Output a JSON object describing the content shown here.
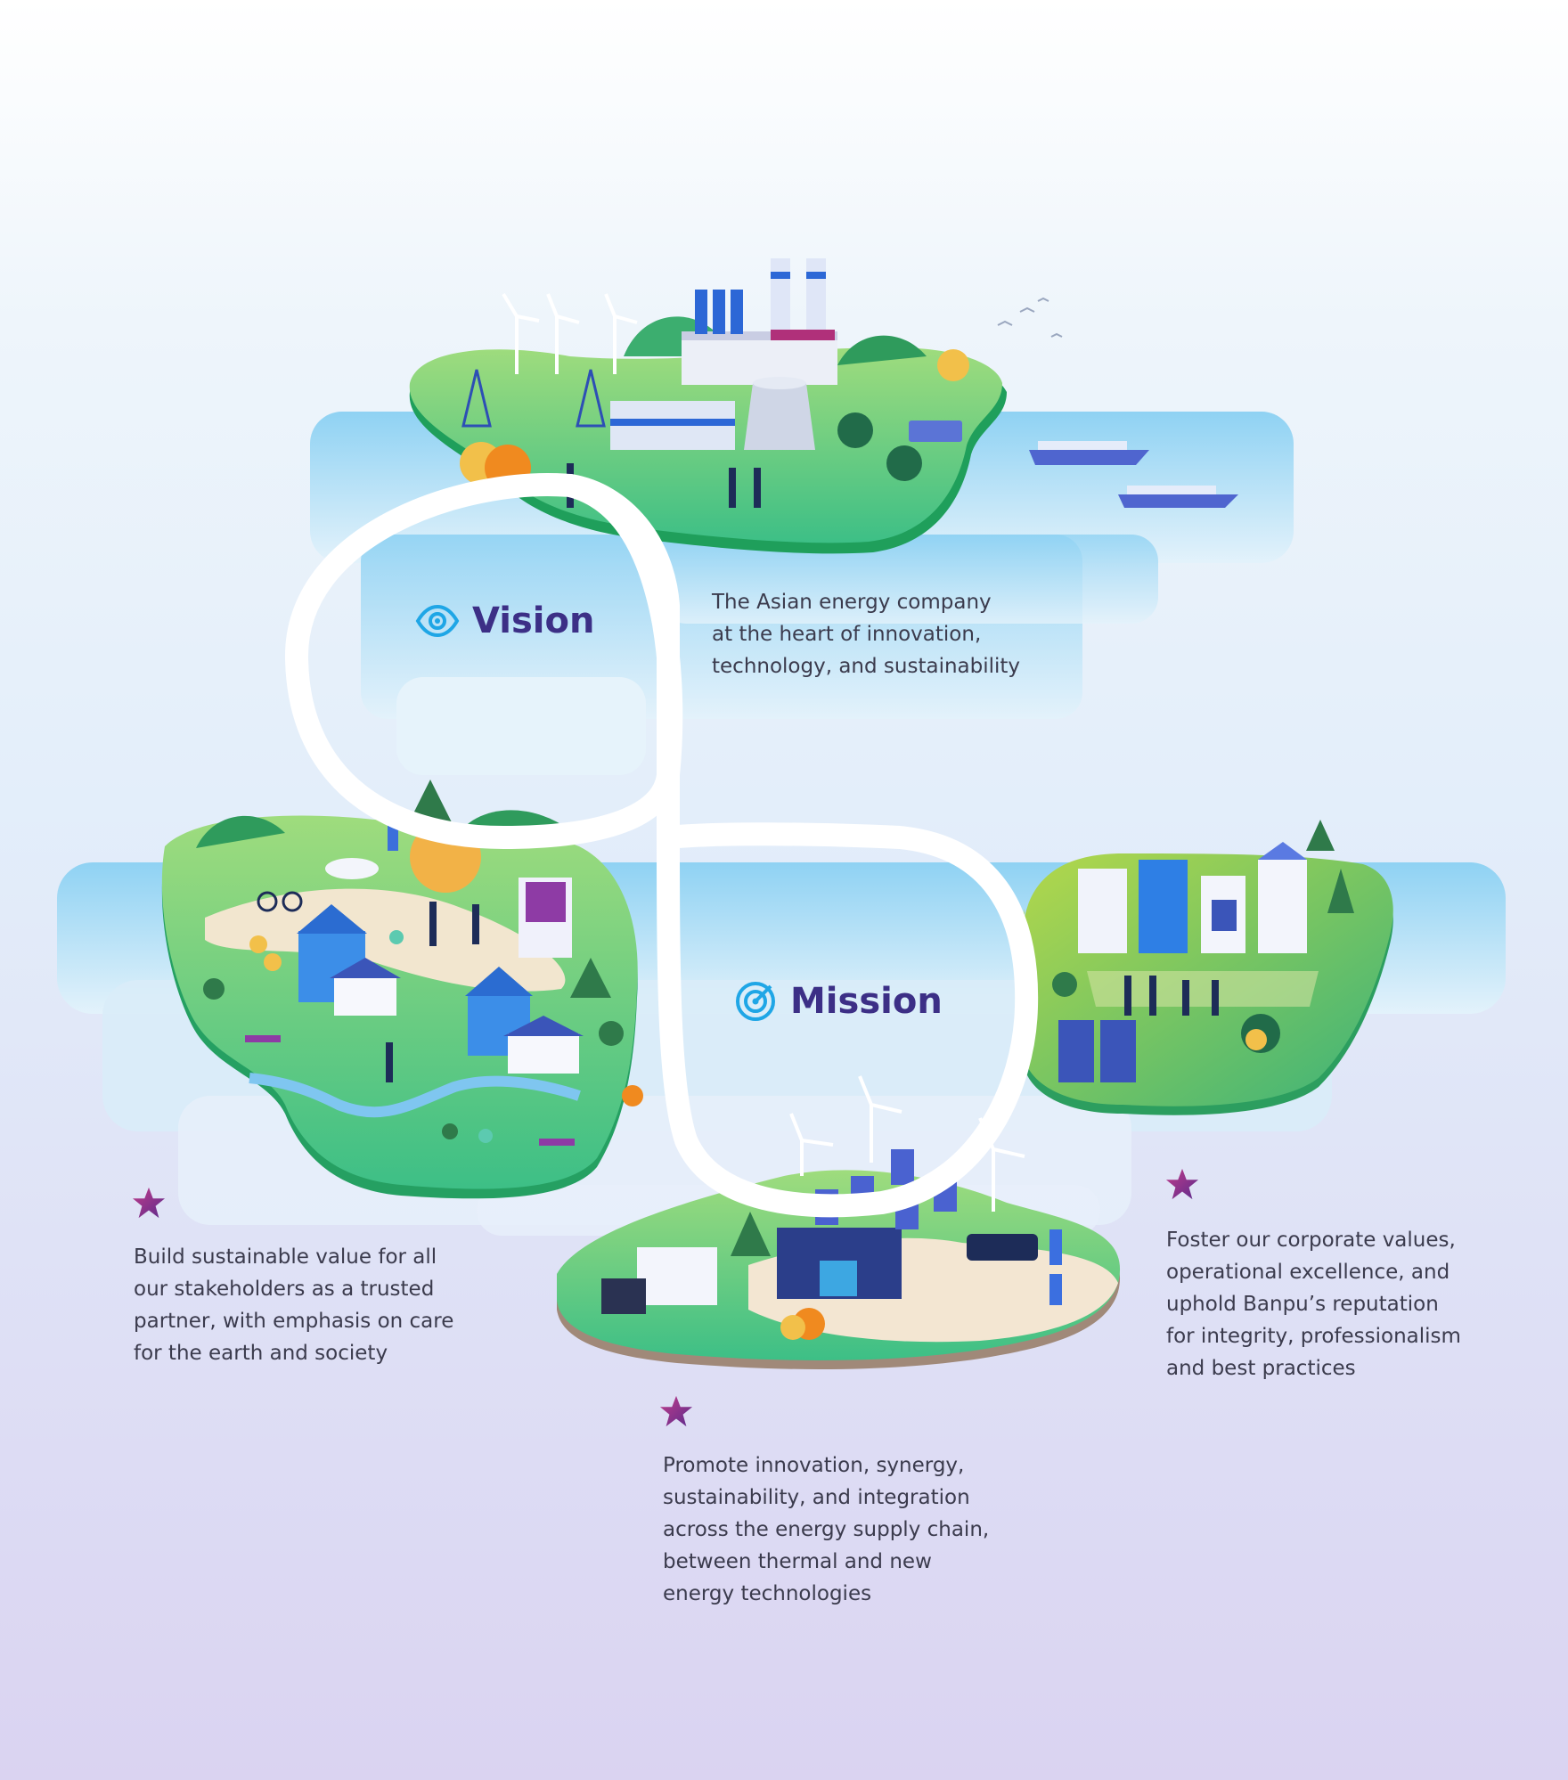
{
  "vision": {
    "heading": "Vision",
    "icon": "eye-icon",
    "text": "The Asian energy company\nat the heart of innovation,\ntechnology, and sustainability"
  },
  "mission": {
    "heading": "Mission",
    "icon": "target-icon",
    "items": [
      {
        "icon": "star-icon",
        "text": "Build sustainable value for all\nour stakeholders as a trusted\npartner, with emphasis on care\nfor the earth and society"
      },
      {
        "icon": "star-icon",
        "text": "Promote innovation, synergy,\nsustainability, and integration\nacross the energy supply chain,\nbetween thermal and new\nenergy technologies"
      },
      {
        "icon": "star-icon",
        "text": "Foster our corporate values,\noperational excellence, and\nuphold Banpu’s reputation\nfor integrity, professionalism\nand best practices"
      }
    ]
  },
  "colors": {
    "heading": "#3c2f86",
    "icon_blue": "#1fa6e6",
    "star": "#8a2b86",
    "island_green": "#5fcf8e",
    "water": "#a8dcf6"
  }
}
